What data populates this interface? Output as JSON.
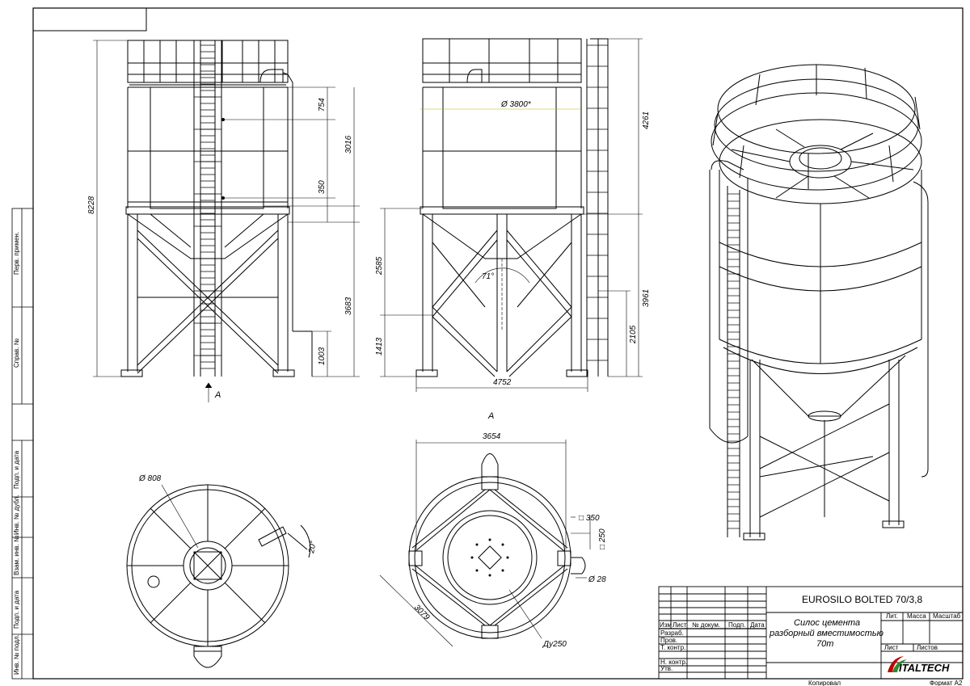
{
  "dimensions": {
    "front_height_total": "8228",
    "front_top_rail": "754",
    "front_shell": "3016",
    "front_low": "350",
    "front_legs": "3683",
    "front_base": "1003",
    "side_height": "4261",
    "side_diameter": "Ø 3800*",
    "side_2585": "2585",
    "side_1413": "1413",
    "side_angle": "71°",
    "side_3961": "3961",
    "side_2105": "2105",
    "side_width": "4752",
    "view_arrow_label": "A",
    "view_a_title": "A",
    "top_manhole": "Ø 808",
    "top_angle": "20°",
    "bottom_width": "3654",
    "bottom_350": "□ 350",
    "bottom_250": "□ 250",
    "bottom_28": "Ø 28",
    "bottom_3079": "3079",
    "bottom_du": "Ду250"
  },
  "title_block": {
    "product": "EUROSILO BOLTED 70/3,8",
    "description_1": "Силос цемента",
    "description_2": "разборный вместимостью",
    "description_3": "70m",
    "col_izm": "Изм",
    "col_list": "Лист",
    "col_doc": "№ докум.",
    "col_sign": "Подп.",
    "col_date": "Дата",
    "row_razrab": "Разраб.",
    "row_prov": "Пров.",
    "row_tkontr": "Т. контр.",
    "row_nkontr": "Н. контр.",
    "row_utv": "Утв.",
    "lit": "Лит.",
    "massa": "Масса",
    "masshtab": "Масштаб",
    "list": "Лист",
    "listov": "Листов",
    "logo": "ITALTECH",
    "kopiroval": "Копировал",
    "format": "Формат А2"
  },
  "side_labels": {
    "perv_primen": "Перв. примен.",
    "sprav_no": "Справ. №",
    "podp_data_1": "Подп. и дата",
    "inv_dubl": "Инв. № дубл.",
    "vzam_inv": "Взам. инв. №",
    "podp_data_2": "Подп. и дата",
    "inv_podl": "Инв. № подл."
  }
}
